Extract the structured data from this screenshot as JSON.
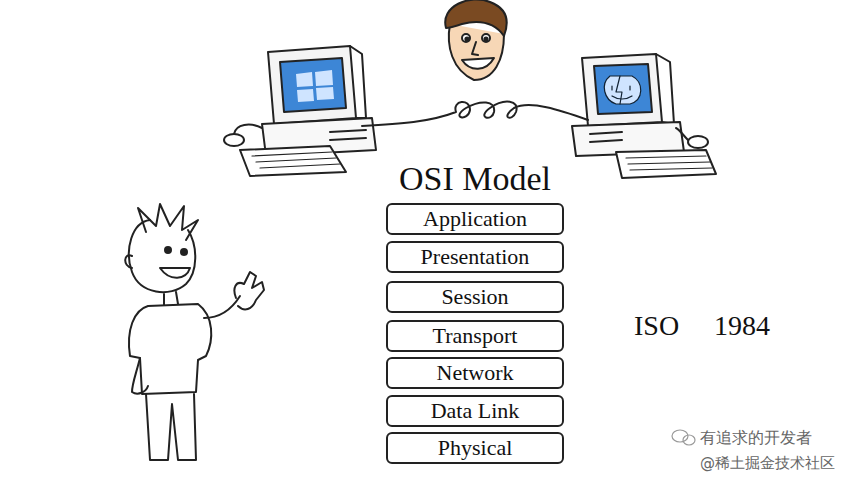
{
  "diagram": {
    "title": "OSI Model",
    "nodes": [
      {
        "text": [
          "Application"
        ]
      },
      {
        "text": [
          "Presentation"
        ]
      },
      {
        "text": [
          "Session"
        ]
      },
      {
        "text": [
          "Transport"
        ]
      },
      {
        "text": [
          "Network"
        ]
      },
      {
        "text": [
          "Data Link"
        ]
      },
      {
        "text": [
          "Physical"
        ]
      }
    ],
    "labels": [
      "ISO",
      "1984",
      "有追求的开发者",
      "@稀土掘金技术社区"
    ]
  }
}
